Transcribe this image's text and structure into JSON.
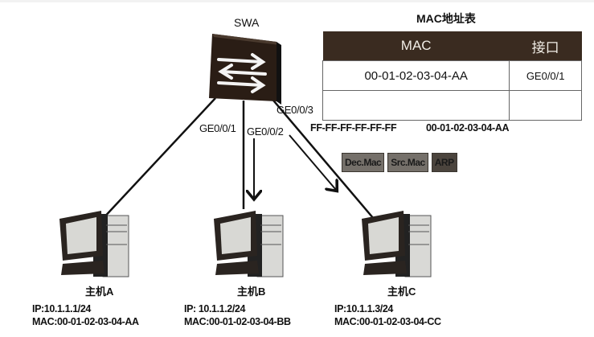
{
  "switch": {
    "name": "SWA",
    "icon": "switch-icon"
  },
  "ports": {
    "p1": "GE0/0/1",
    "p2": "GE0/0/2",
    "p3": "GE0/0/3"
  },
  "mac_table": {
    "title": "MAC地址表",
    "headers": [
      "MAC",
      "接口"
    ],
    "rows": [
      {
        "mac": "00-01-02-03-04-AA",
        "iface": "GE0/0/1"
      },
      {
        "mac": "",
        "iface": ""
      }
    ]
  },
  "frame": {
    "dst_mac": "FF-FF-FF-FF-FF-FF",
    "src_mac": "00-01-02-03-04-AA",
    "fields": [
      "Dec.Mac",
      "Src.Mac",
      "ARP"
    ]
  },
  "hosts": [
    {
      "name": "主机A",
      "ip": "IP:10.1.1.1/24",
      "mac": "MAC:00-01-02-03-04-AA"
    },
    {
      "name": "主机B",
      "ip": "IP: 10.1.1.2/24",
      "mac": "MAC:00-01-02-03-04-BB"
    },
    {
      "name": "主机C",
      "ip": "IP:10.1.1.3/24",
      "mac": "MAC:00-01-02-03-04-CC"
    }
  ]
}
